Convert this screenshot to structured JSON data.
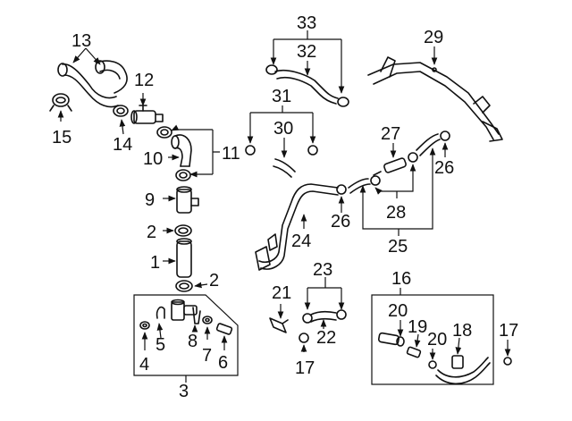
{
  "callouts": {
    "c1": "1",
    "c2a": "2",
    "c2b": "2",
    "c3": "3",
    "c4": "4",
    "c5": "5",
    "c6": "6",
    "c7": "7",
    "c8": "8",
    "c9": "9",
    "c10": "10",
    "c11": "11",
    "c12": "12",
    "c13": "13",
    "c14": "14",
    "c15": "15",
    "c16": "16",
    "c17a": "17",
    "c17b": "17",
    "c18": "18",
    "c19": "19",
    "c20a": "20",
    "c20b": "20",
    "c21": "21",
    "c22": "22",
    "c23": "23",
    "c24": "24",
    "c25": "25",
    "c26a": "26",
    "c26b": "26",
    "c27": "27",
    "c28": "28",
    "c29": "29",
    "c30": "30",
    "c31": "31",
    "c32": "32",
    "c33": "33"
  }
}
